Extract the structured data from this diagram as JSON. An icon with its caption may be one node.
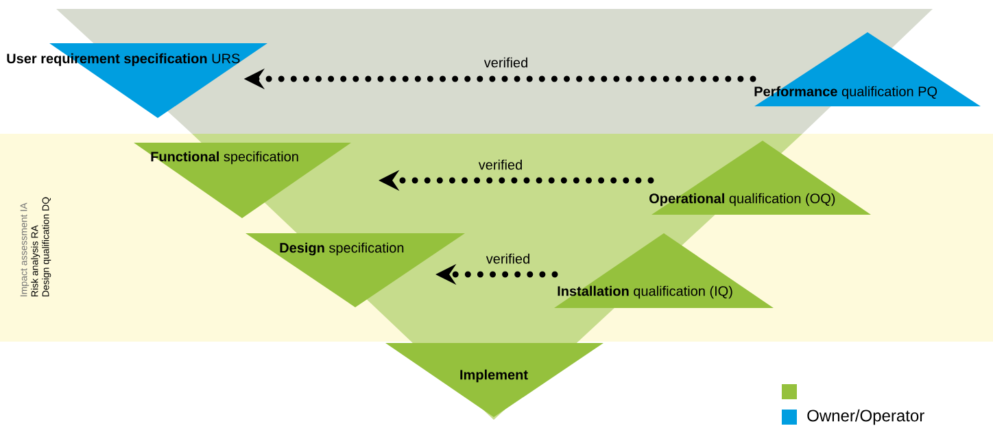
{
  "diagram": {
    "nodes": [
      {
        "text": [
          "Impact assessment IA",
          "Risk analysis RA",
          "Design qualification DQ"
        ]
      },
      {
        "text": [
          "**User requirement specification** URS"
        ]
      },
      {
        "text": [
          "**Performance** qualification PQ"
        ]
      },
      {
        "text": [
          "**Functional** specification"
        ],
        "in": 0
      },
      {
        "text": [
          "**Operational** qualification (OQ)"
        ],
        "in": 0
      },
      {
        "text": [
          "**Design** specification"
        ],
        "in": 0
      },
      {
        "text": [
          "**Installation** qualification (IQ)"
        ],
        "in": 0
      },
      {
        "text": [
          "Implement"
        ]
      }
    ],
    "edges": [
      {
        "from": 2,
        "to": 1,
        "arrow": "to",
        "label": "verified"
      },
      {
        "from": 4,
        "to": 3,
        "arrow": "to",
        "label": "verified"
      },
      {
        "from": 6,
        "to": 5,
        "arrow": "to",
        "label": "verified"
      }
    ],
    "legend": [
      {
        "text": "Owner/Operator",
        "color": "#009ee0"
      }
    ]
  }
}
